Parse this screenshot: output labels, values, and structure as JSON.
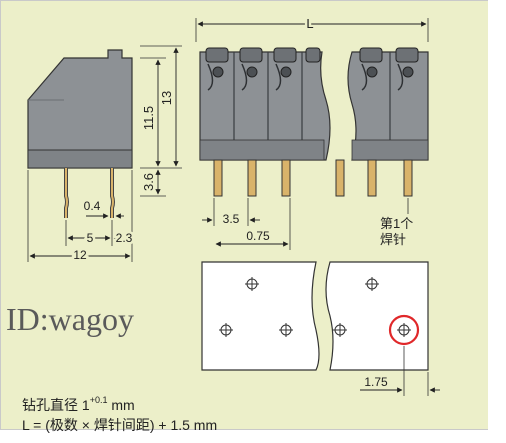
{
  "dims": {
    "L": "L",
    "h_11_5": "11.5",
    "h_13": "13",
    "h_3_6": "3.6",
    "w_0_4": "0.4",
    "w_5": "5",
    "w_2_3": "2.3",
    "w_12": "12",
    "w_3_5": "3.5",
    "w_0_75": "0.75",
    "w_1_75": "1.75"
  },
  "labels": {
    "first_pin_line1": "第1个",
    "first_pin_line2": "焊针",
    "watermark": "ID:wagoy",
    "hole_prefix": "钻孔直径 1",
    "hole_sup": "+0.1",
    "hole_unit": " mm",
    "formula": "L = (极数 × 焊针间距) + 1.5 mm"
  },
  "colors": {
    "body_gray": "#8d9195",
    "body_dark": "#5d6165",
    "background": "#ecefc9",
    "pin_gold": "#d9b36a",
    "highlight_red": "#e0282a"
  }
}
